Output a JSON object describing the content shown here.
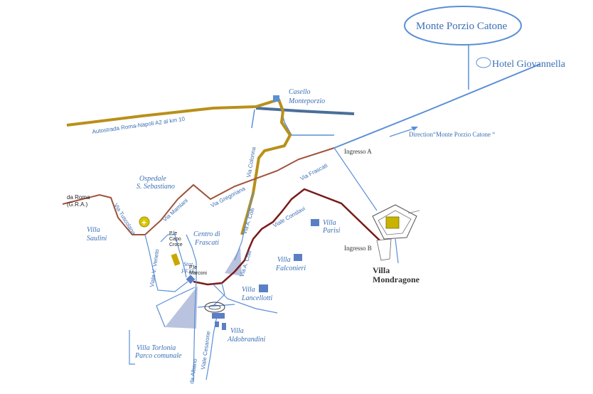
{
  "colors": {
    "road_blue": "#5b8fd6",
    "road_gold": "#b8901a",
    "road_brown": "#a0523a",
    "road_darkred": "#7a1a1a",
    "road_slate": "#4a6e9a",
    "label_blue": "#3a6fb5",
    "park_fill": "#b9c3df",
    "villa_square": "#5b7fc7",
    "hospital": "#c8b400",
    "station": "#c8a800"
  },
  "labels": {
    "monte_porzio": "Monte Porzio Catone",
    "hotel": "Hotel Giovannella",
    "casello": "Casello",
    "casello_2": "Monteporzio",
    "autostrada": "Autostrada Roma-Napoli A2 al km 10",
    "direction": "Direction“Monte Porzio Catone “",
    "ingresso_a": "Ingresso A",
    "ingresso_b": "Ingresso B",
    "da_roma": "da Roma",
    "gra": "(G.R.A.)",
    "via_tuscolana": "Via Tuscolana",
    "ospedale": "Ospedale",
    "ospedale_2": "S. Sebastiano",
    "via_mamiani": "Via Mamiani",
    "via_gregoriana": "Via Gregoriana",
    "via_frascati": "Via Frascati",
    "via_colonna": "Via Colonna",
    "via_a_colli_1": "Via A. Colli",
    "via_a_colli_2": "Via A. Colli",
    "villa_saulini": "Villa",
    "villa_saulini_2": "Saulini",
    "ple_capo_croce": "P.le",
    "ple_capo_croce_2": "Capo",
    "ple_capo_croce_3": "Croce",
    "centro": "Centro di",
    "centro_2": "Frascati",
    "viale_v_veneto": "Viale V. Veneto",
    "staz": "Staz.",
    "staz_2": "FF.SS.",
    "ple_marconi": "P.le",
    "ple_marconi_2": "Marconi",
    "viale_conslavi": "Viale Conslavi",
    "villa_parisi": "Villa",
    "villa_parisi_2": "Parisi",
    "villa_falconieri": "Villa",
    "villa_falconieri_2": "Falconieri",
    "villa_lancellotti": "Villa",
    "villa_lancellotti_2": "Lancellotti",
    "villa_mondragone": "Villa",
    "villa_mondragone_2": "Mondragone",
    "villa_aldobrandini": "Villa",
    "villa_aldobrandini_2": "Aldobrandini",
    "villa_torlonia": "Villa Torlonia",
    "villa_torlonia_2": "Parco comunale",
    "viale_cesarone": "Viale Cesarone",
    "da_albano": "da Albano"
  }
}
